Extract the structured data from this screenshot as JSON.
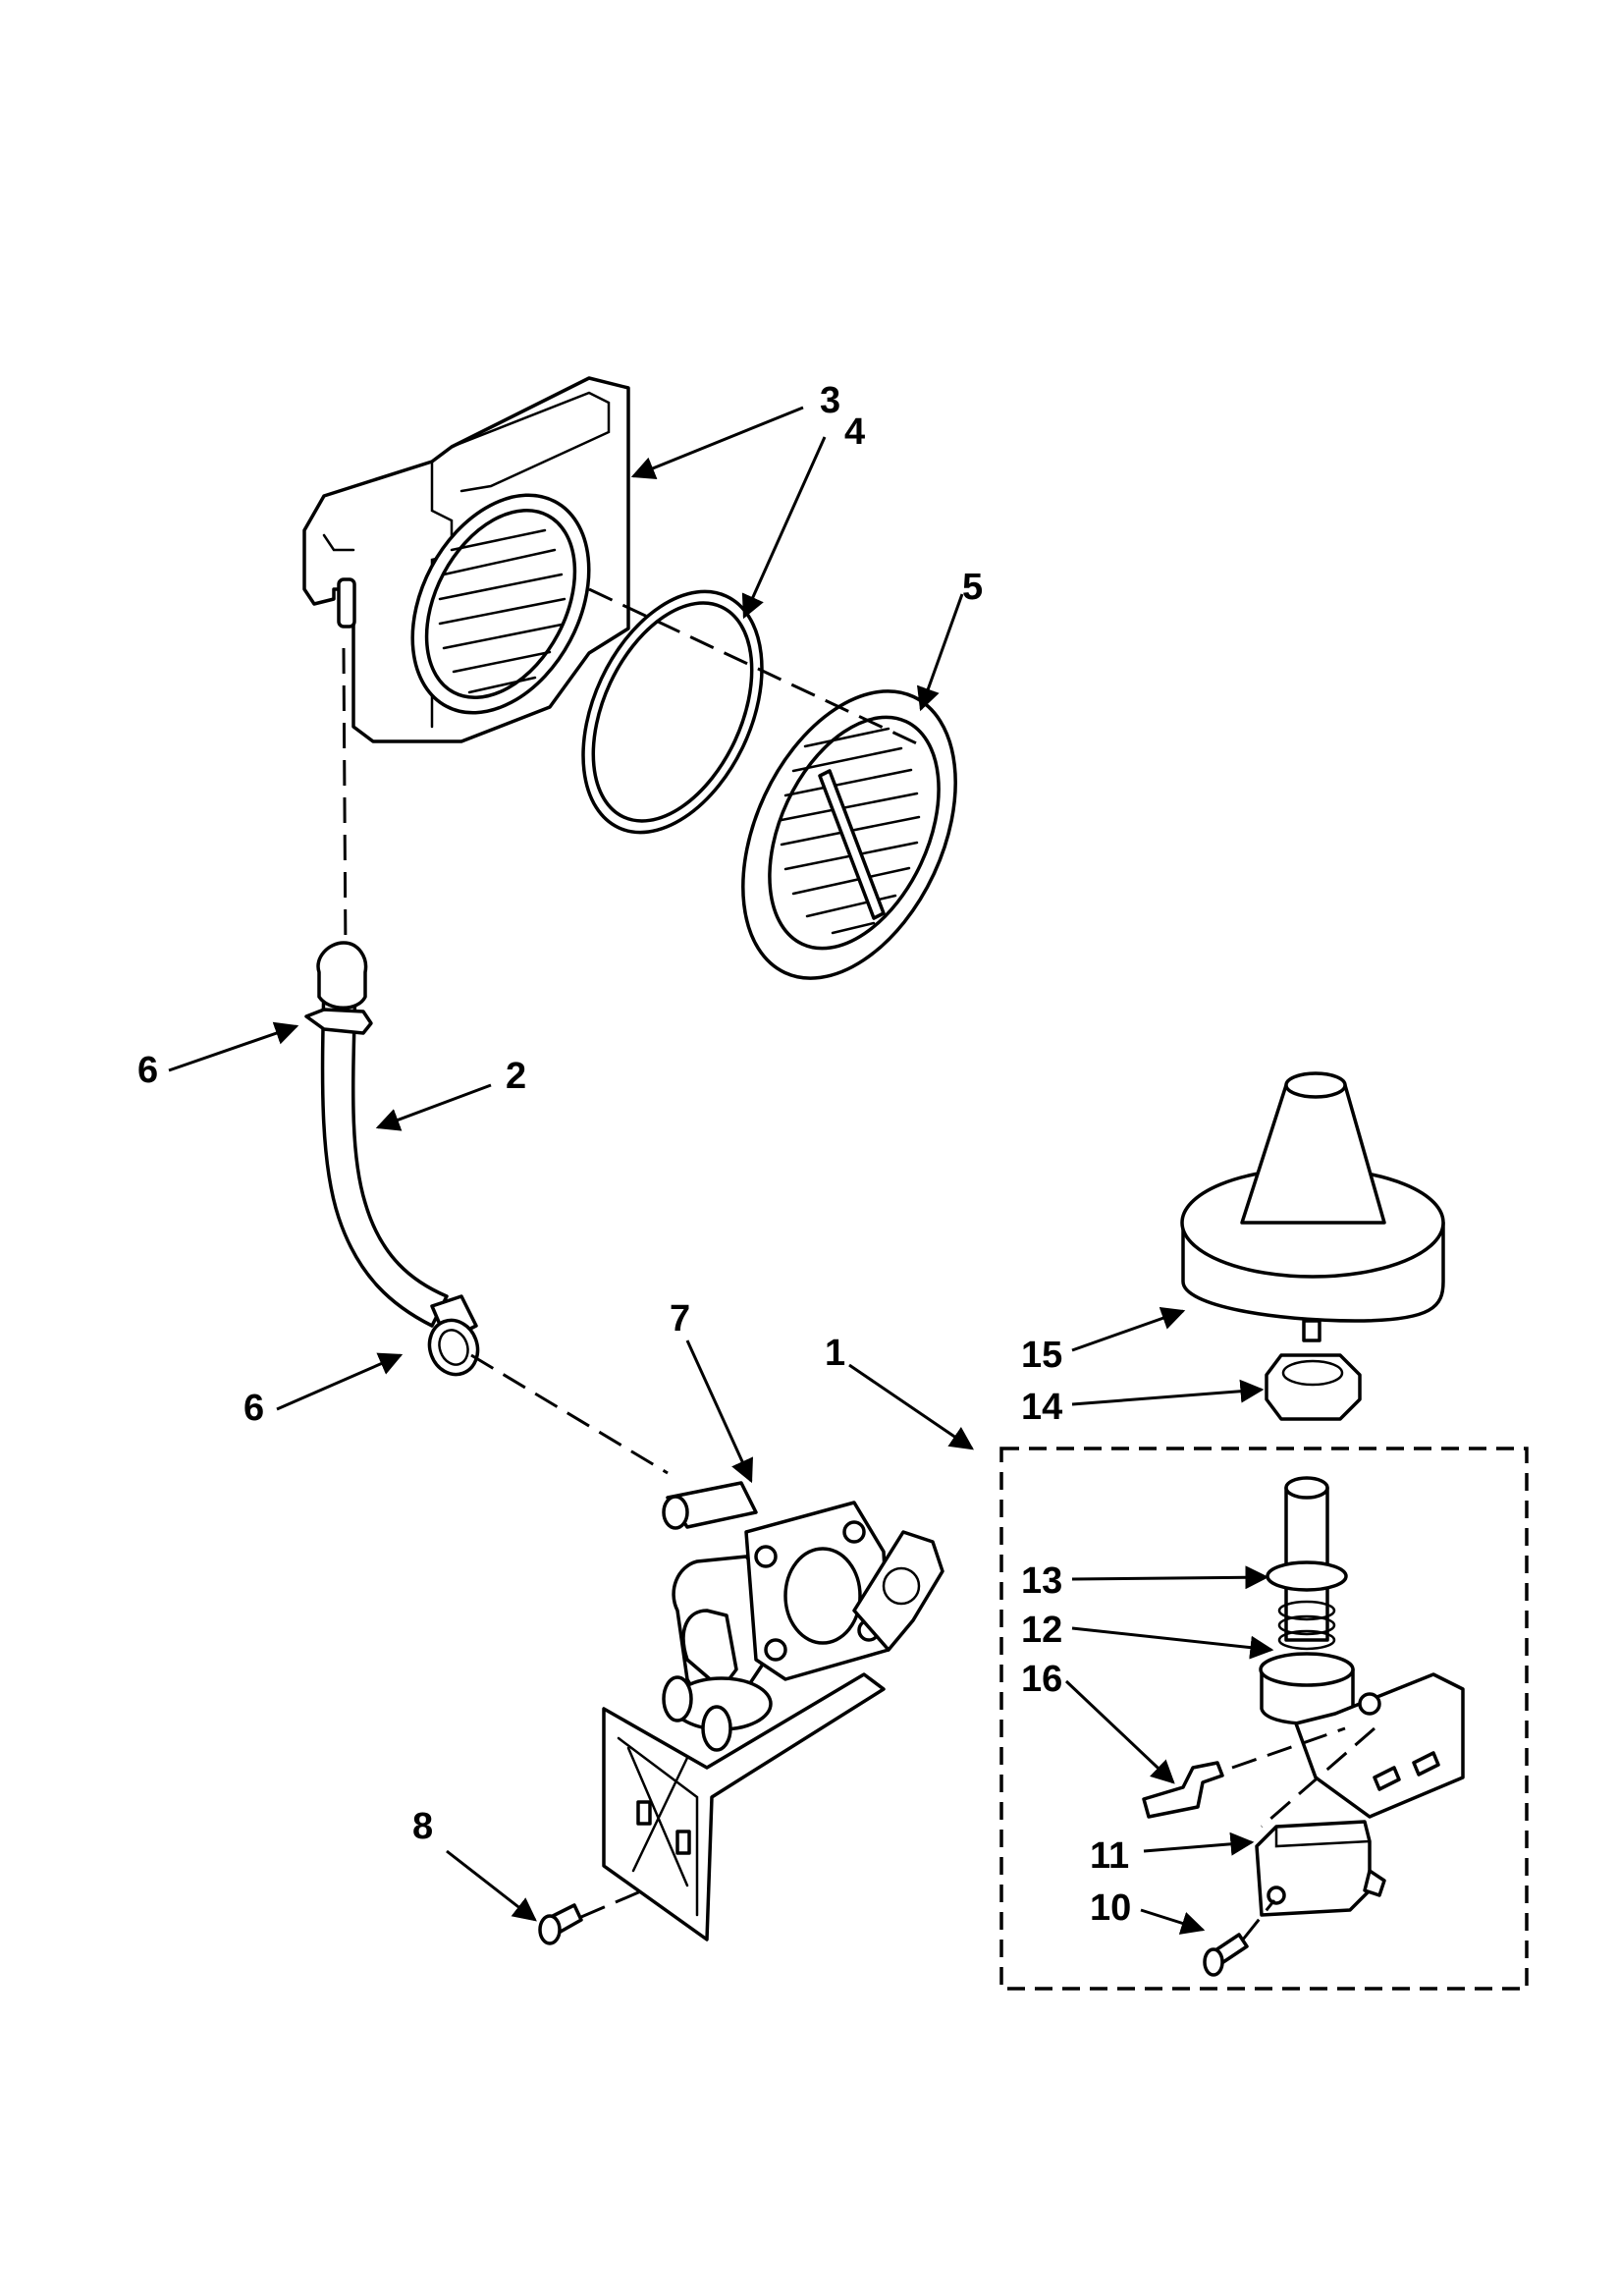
{
  "callouts": {
    "c1": "1",
    "c2": "2",
    "c3": "3",
    "c4": "4",
    "c5": "5",
    "c6a": "6",
    "c6b": "6",
    "c7": "7",
    "c8": "8",
    "c10": "10",
    "c11": "11",
    "c12": "12",
    "c13": "13",
    "c14": "14",
    "c15": "15",
    "c16": "16"
  }
}
